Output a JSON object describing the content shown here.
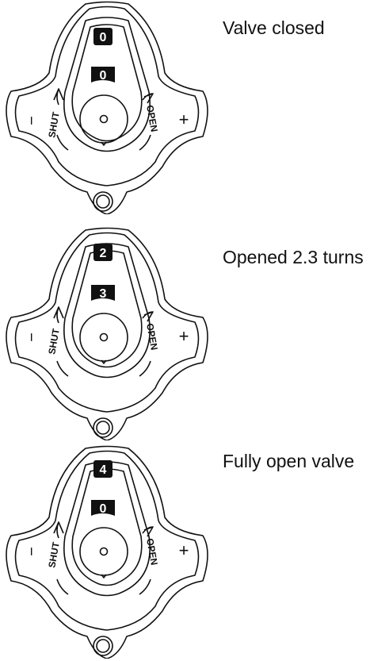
{
  "dial_labels": {
    "shut": "SHUT",
    "open": "OPEN",
    "minus": "−",
    "plus": "+"
  },
  "colors": {
    "line": "#111111",
    "counter_bg": "#111111",
    "counter_text": "#ffffff"
  },
  "icons": {
    "shut_arrow": "arrow-curved-left-icon",
    "open_arrow": "arrow-curved-right-icon"
  },
  "panels": [
    {
      "caption": "Valve closed",
      "counter_top": "0",
      "counter_bottom": "0"
    },
    {
      "caption": "Opened 2.3 turns",
      "counter_top": "2",
      "counter_bottom": "3"
    },
    {
      "caption": "Fully open valve",
      "counter_top": "4",
      "counter_bottom": "0"
    }
  ]
}
